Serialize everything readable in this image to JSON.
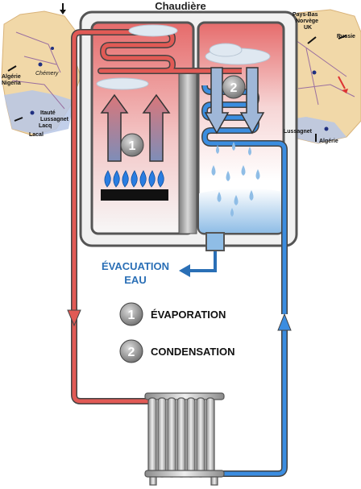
{
  "title": "Chaudière",
  "evacuation": {
    "line1": "ÉVACUATION",
    "line2": "EAU"
  },
  "legend": [
    {
      "number": "1",
      "label": "ÉVAPORATION"
    },
    {
      "number": "2",
      "label": "CONDENSATION"
    }
  ],
  "step_badges": {
    "evaporation": "1",
    "condensation": "2"
  },
  "map_left": {
    "labels": [
      "Algérie",
      "Nigeria",
      "Chémery",
      "Itauté",
      "Lussagnet",
      "Lacq",
      "Lacal"
    ]
  },
  "map_right": {
    "labels": [
      "Pays-Bas",
      "Norvège",
      "UK",
      "Russie",
      "Lussagnet",
      "Algérie"
    ]
  },
  "colors": {
    "hot_pipe": "#e15a55",
    "cold_pipe": "#3b8de0",
    "boiler_frame": "#555555",
    "water": "#8fbde6",
    "flame": "#2a7de1",
    "evac_text": "#2a6fb6"
  }
}
